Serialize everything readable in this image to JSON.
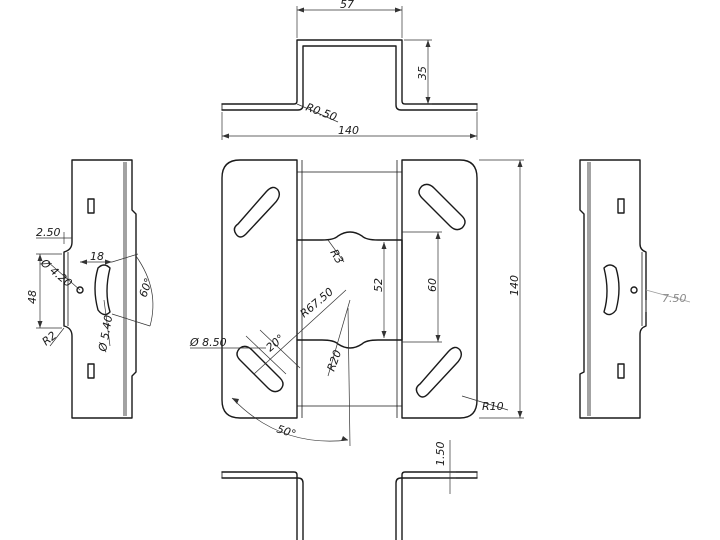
{
  "dimensions": {
    "top_width": "57",
    "top_height": "35",
    "bend_radius": "R0.50",
    "top_length": "140",
    "side_offset": "2.50",
    "hole_small": "Ø 4.20",
    "hole_spacing": "18",
    "side_height": "48",
    "slot_angle": "60°",
    "slot_width": "Ø 5.40",
    "corner_radius_small": "R2",
    "inner_radius": "R3",
    "inner_height": "52",
    "inner_opening": "60",
    "plate_height": "140",
    "arc_radius": "R67.50",
    "hole_large": "Ø 8.50",
    "slot_angle_small": "20°",
    "inner_radius_large": "R20",
    "sweep_angle": "50°",
    "corner_radius": "R10",
    "thickness": "1.50",
    "right_offset": "7.50"
  }
}
